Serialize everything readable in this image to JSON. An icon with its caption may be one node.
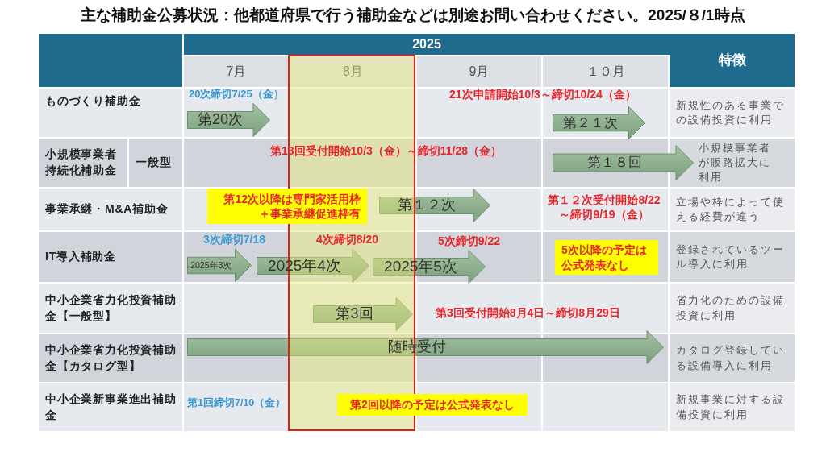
{
  "diagram": {
    "title": "主な補助金公募状況：他都道府県で行う補助金などは別途お問い合わせください。2025/８/1時点",
    "nodes": [
      {
        "text": [
          "第20次"
        ],
        "beside": [
          "20次締切7/25（金）"
        ]
      },
      {
        "text": [
          "第２１次"
        ],
        "beside": [
          "21次申請開始10/3～締切10/24（金）"
        ]
      },
      {
        "text": [
          "第１８回"
        ]
      },
      {
        "text": [
          "第12次以降は専門家活用枠＋事業承継促進枠有"
        ]
      },
      {
        "text": [
          "第１２次"
        ]
      },
      {
        "text": [
          "2025年3次"
        ],
        "beside": [
          "3次締切7/18"
        ]
      },
      {
        "text": [
          "2025年4次"
        ],
        "beside": [
          "4次締切8/20"
        ]
      },
      {
        "text": [
          "2025年5次"
        ],
        "beside": [
          "5次締切9/22"
        ]
      },
      {
        "text": [
          "5次以降の予定は公式発表なし"
        ]
      },
      {
        "text": [
          "第3回"
        ]
      },
      {
        "text": [
          "随時受付"
        ]
      },
      {
        "text": [
          "第2回以降の予定は公式発表なし"
        ]
      }
    ],
    "labels": [
      "2025",
      "特徴",
      "7月",
      "8月",
      "9月",
      "１０月",
      "ものづくり補助金",
      "新規性のある事業での設備投資に利用",
      "小規模事業者持続化補助金",
      "一般型",
      "第18回受付開始10/3（金）～締切11/28（金）",
      "小規模事業者が販路拡大に利用",
      "事業承継・M&A補助金",
      "第１２次受付開始8/22～締切9/19（金）",
      "立場や枠によって使える経費が違う",
      "IT導入補助金",
      "登録されているツール導入に利用",
      "中小企業省力化投資補助金【一般型】",
      "第3回受付開始8月4日～締切8月29日",
      "省力化のための設備投資に利用",
      "中小企業省力化投資補助金【カタログ型】",
      "カタログ登録している設備導入に利用",
      "中小企業新事業進出補助金",
      "第1回締切7/10（金）",
      "新規事業に対する設備投資に利用"
    ]
  }
}
